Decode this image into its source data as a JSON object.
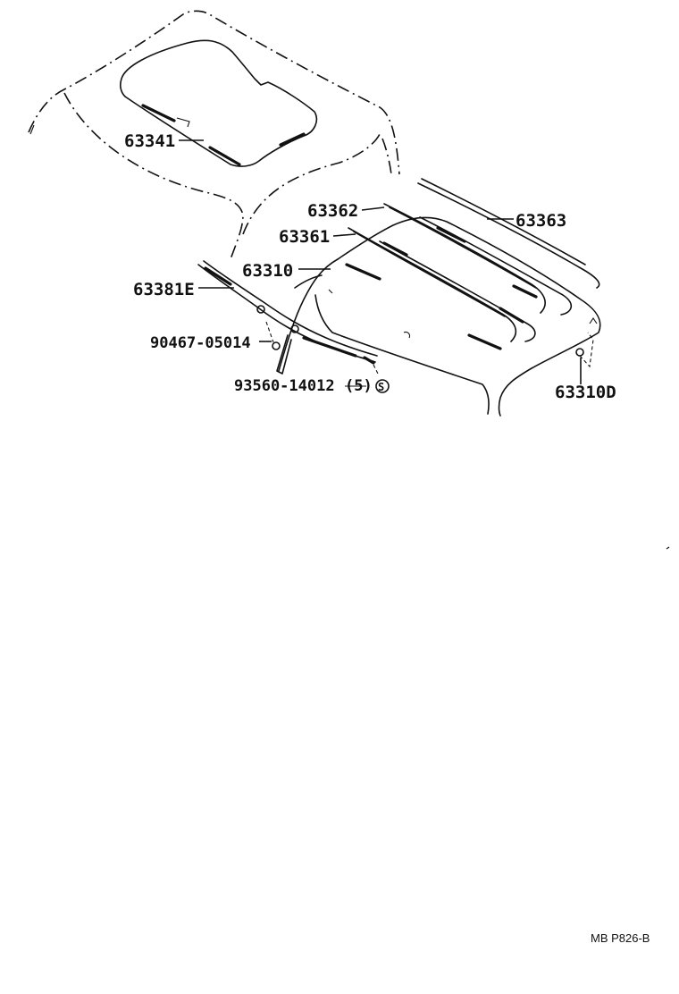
{
  "diagram": {
    "parts": {
      "p63341": "63341",
      "p63362": "63362",
      "p63363": "63363",
      "p63361": "63361",
      "p63310": "63310",
      "p63381E": "63381E",
      "p90467": "90467-05014",
      "p93560": "93560-14012",
      "p93560_qty": "(5)",
      "p93560_mark": "S",
      "p63310D": "63310D"
    },
    "reference_code": "MB P826-B"
  }
}
